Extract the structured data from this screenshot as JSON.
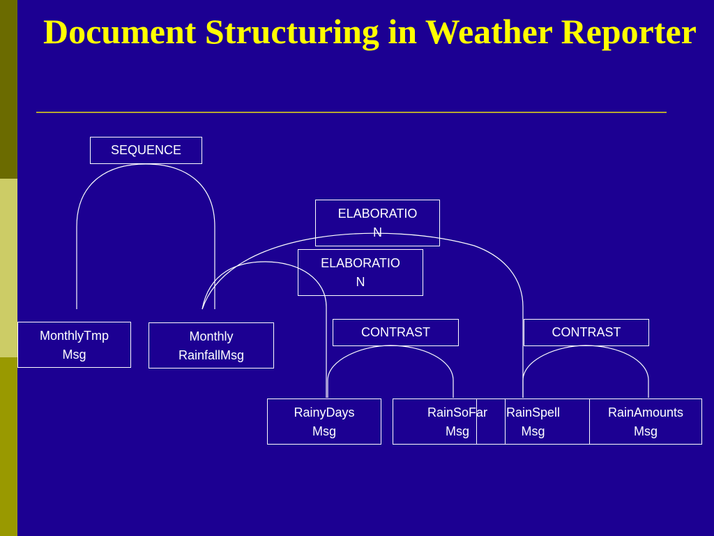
{
  "slide": {
    "title": "Document Structuring in Weather Reporter",
    "colors": {
      "background": "#1c0092",
      "title": "#ffff00",
      "rule": "#b4a632",
      "lines": "#ffffff"
    }
  },
  "nodes": {
    "sequence": "SEQUENCE",
    "elaboration_top": "ELABORATIO\nN",
    "elaboration_mid": "ELABORATIO\nN",
    "contrast_left": "CONTRAST",
    "contrast_right": "CONTRAST",
    "monthly_tmp": "MonthlyTmp\nMsg",
    "monthly_rainfall": "Monthly\nRainfallMsg",
    "rainy_days": "RainyDays\nMsg",
    "rain_so_far": "RainSoFar\nMsg",
    "rain_spell": "RainSpell\nMsg",
    "rain_amounts": "RainAmounts\nMsg"
  }
}
